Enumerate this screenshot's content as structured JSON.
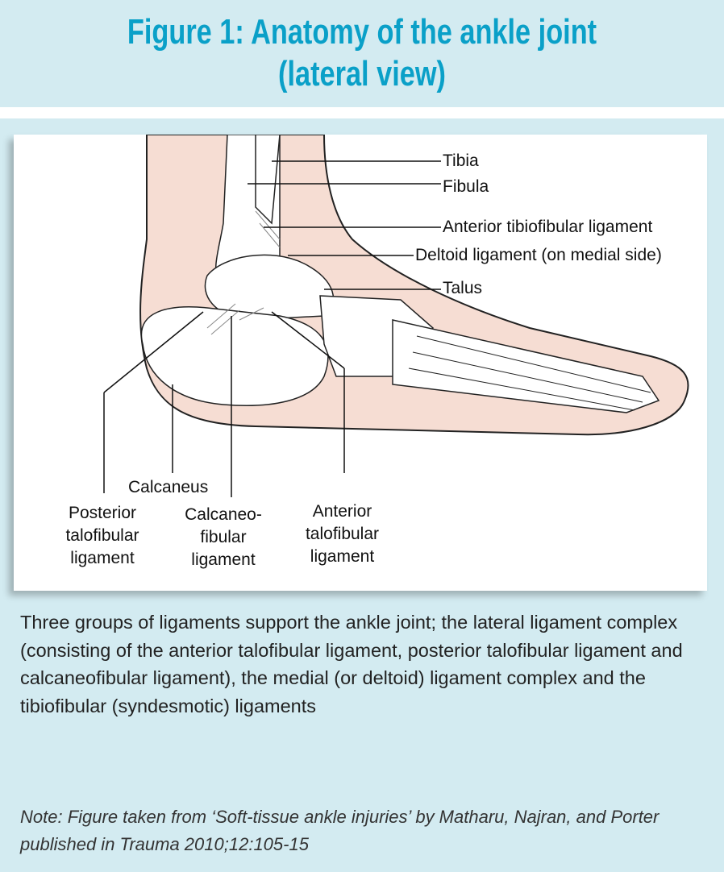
{
  "header": {
    "title_line1": "Figure 1: Anatomy of the ankle joint",
    "title_line2": "(lateral view)"
  },
  "figure": {
    "labels": {
      "tibia": "Tibia",
      "fibula": "Fibula",
      "anterior_tibiofibular": "Anterior tibiofibular ligament",
      "deltoid": "Deltoid ligament (on medial side)",
      "talus": "Talus",
      "calcaneus": "Calcaneus",
      "posterior_talofibular": [
        "Posterior",
        "talofibular",
        "ligament"
      ],
      "calcaneofibular": [
        "Calcaneo-",
        "fibular",
        "ligament"
      ],
      "anterior_talofibular": [
        "Anterior",
        "talofibular",
        "ligament"
      ]
    }
  },
  "caption": "Three groups of ligaments support the ankle joint; the lateral ligament complex (consisting of the anterior talofibular ligament, posterior talofibular ligament and calcaneofibular ligament), the medial (or deltoid) ligament complex and the tibiofibular (syndesmotic) ligaments",
  "note": "Note: Figure taken from ‘Soft-tissue ankle injuries’ by Matharu, Najran, and Porter published in Trauma 2010;12:105-15",
  "colors": {
    "title": "#0aa0c8",
    "panel": "#d3ebf1",
    "skin": "#f6ddd3"
  }
}
